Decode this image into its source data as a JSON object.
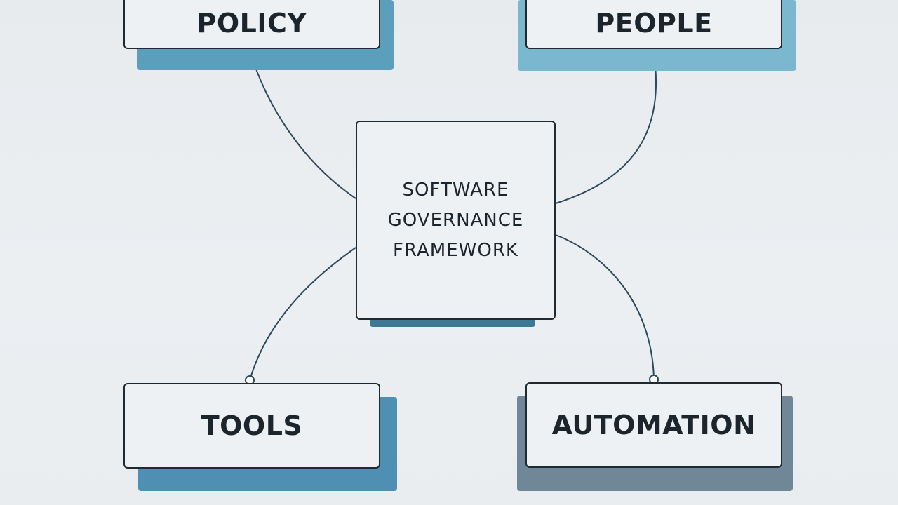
{
  "diagram": {
    "center": {
      "lines": [
        "SOFTWARE",
        "GOVERNANCE",
        "FRAMEWORK"
      ]
    },
    "nodes": {
      "policy": "POLICY",
      "people": "PEOPLE",
      "tools": "TOOLS",
      "automation": "AUTOMATION"
    },
    "colors": {
      "background": "#e9edf0",
      "box_fill": "#eef1f4",
      "box_border": "#1f2a33",
      "connector": "#2b4a5c",
      "shadow_policy": "#5b9fbd",
      "shadow_people": "#7bb8cf",
      "shadow_tools": "#4f8fb3",
      "shadow_automation": "#6f8797",
      "shadow_center": "#3d7894"
    }
  }
}
